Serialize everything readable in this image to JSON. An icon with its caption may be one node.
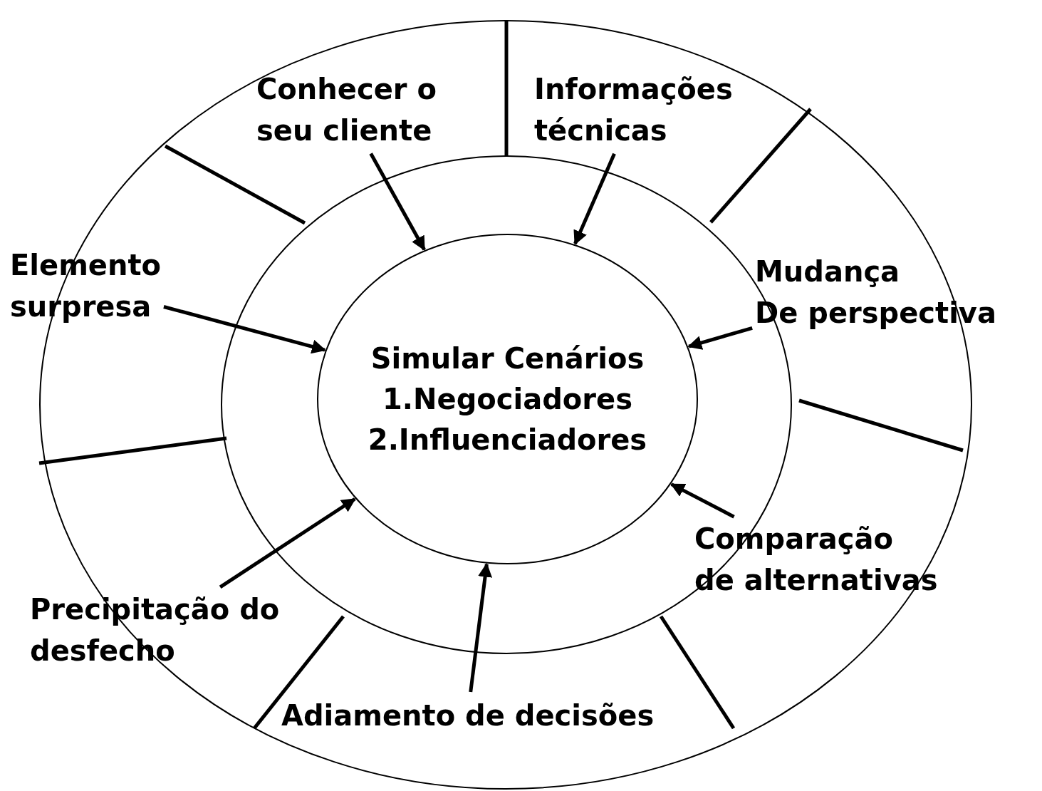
{
  "diagram": {
    "nodes": [
      {
        "text": [],
        "shape": "circle"
      },
      {
        "text": [],
        "shape": "circle",
        "in": 0
      },
      {
        "text": [
          "Simular Cenários",
          "1.Negociadores",
          "2.Influenciadores"
        ],
        "in": 1
      },
      {
        "text": [
          "Conhecer o seu cliente"
        ],
        "in": 0
      },
      {
        "text": [
          "Informações técnicas"
        ],
        "in": 0
      },
      {
        "text": [
          "Elemento surpresa"
        ],
        "in": 0
      },
      {
        "text": [
          "Mudança De perspectiva"
        ],
        "in": 0
      },
      {
        "text": [
          "Comparação de alternativas"
        ],
        "in": 0
      },
      {
        "text": [
          "Precipitação do desfecho"
        ],
        "in": 0
      },
      {
        "text": [
          "Adiamento de decisões"
        ],
        "in": 0
      }
    ],
    "edges": [
      {
        "from": 3,
        "to": 2,
        "arrow": "to"
      },
      {
        "from": 4,
        "to": 2,
        "arrow": "to"
      },
      {
        "from": 5,
        "to": 2,
        "arrow": "to"
      },
      {
        "from": 6,
        "to": 2,
        "arrow": "to"
      },
      {
        "from": 7,
        "to": 2,
        "arrow": "to"
      },
      {
        "from": 8,
        "to": 2,
        "arrow": "to"
      },
      {
        "from": 9,
        "to": 2,
        "arrow": "to"
      }
    ]
  }
}
